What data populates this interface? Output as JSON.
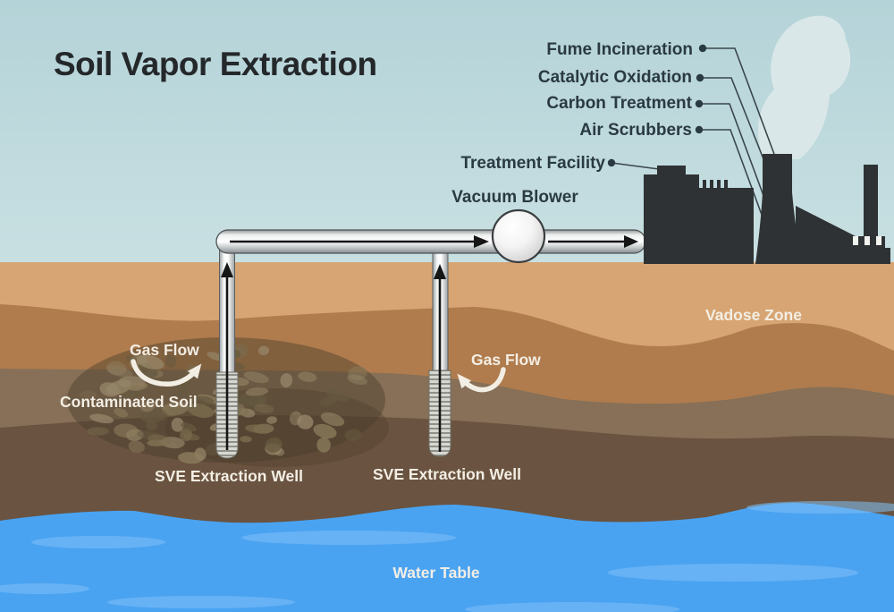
{
  "title": "Soil Vapor Extraction",
  "treatment_chain": {
    "fume_incineration": "Fume Incineration",
    "catalytic_oxidation": "Catalytic Oxidation",
    "carbon_treatment": "Carbon Treatment",
    "air_scrubbers": "Air Scrubbers",
    "treatment_facility": "Treatment Facility"
  },
  "equipment": {
    "vacuum_blower": "Vacuum Blower"
  },
  "subsurface": {
    "vadose_zone": "Vadose Zone",
    "contaminated_soil": "Contaminated Soil",
    "gas_flow_left": "Gas Flow",
    "gas_flow_right": "Gas Flow",
    "sve_well_left": "SVE Extraction Well",
    "sve_well_right": "SVE Extraction Well",
    "water_table": "Water Table"
  },
  "colors": {
    "sky_top": "#b4d3d8",
    "sky_bottom": "#c9e0e2",
    "smoke": "#dbe8e9",
    "soil_tan": "#d7a573",
    "soil_caramel": "#b07c4d",
    "soil_taupe": "#877057",
    "soil_dark_brown": "#6a5340",
    "water_blue": "#4aa3f1",
    "water_streak": "#7fc0f7",
    "factory_silhouette": "#2f3234",
    "pipe_light": "#f5f7f7",
    "pipe_shadow": "#8f9597",
    "label_text_dark": "#2a3a42",
    "label_text_light": "#f3eee4",
    "arrow_black": "#161616"
  }
}
